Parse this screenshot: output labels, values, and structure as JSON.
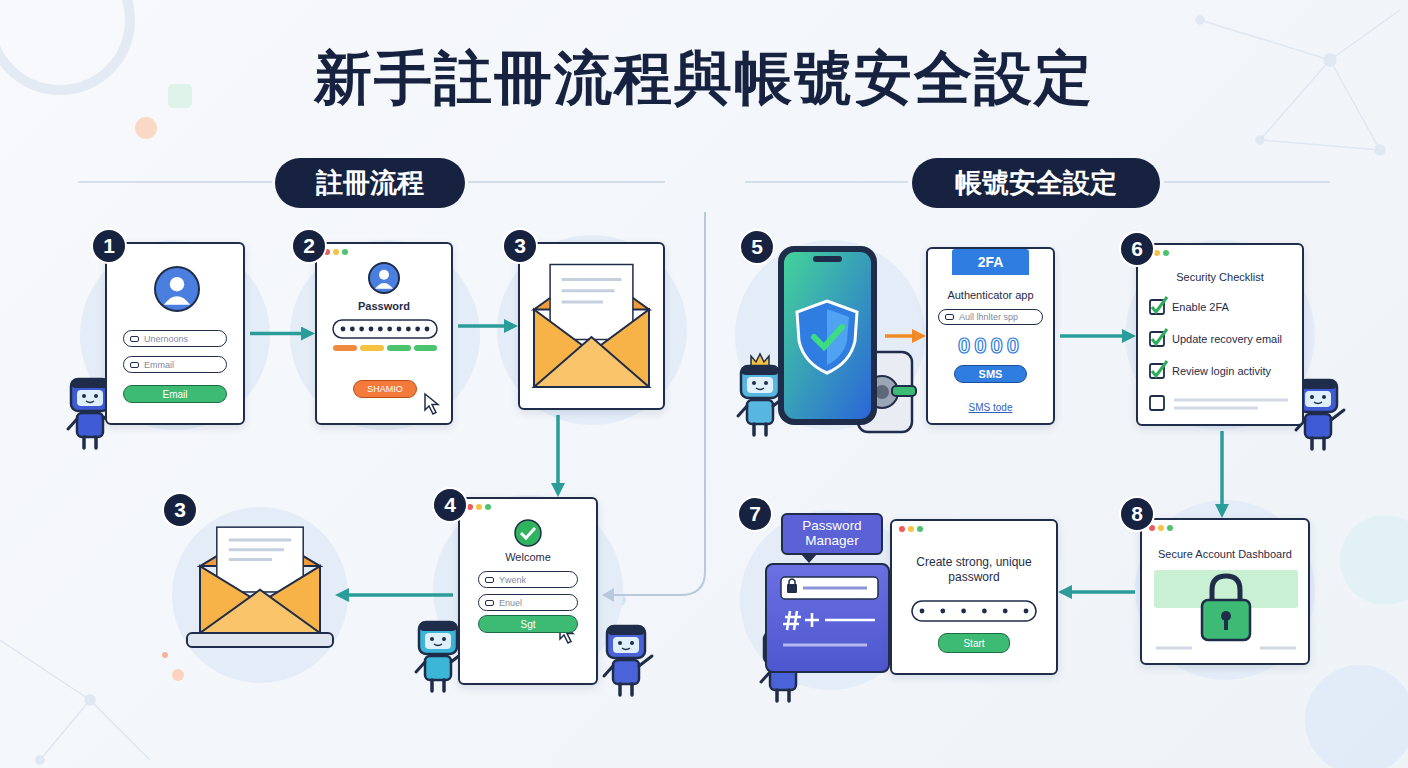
{
  "diagram": {
    "title": "新手註冊流程與帳號安全設定",
    "nodes": [
      {
        "text": [
          "註冊流程"
        ]
      },
      {
        "text": [
          "帳號安全設定"
        ]
      },
      {
        "text": [
          "1",
          "Unernoons",
          "Emmail",
          "Email"
        ]
      },
      {
        "text": [
          "2",
          "Password",
          "SHAMIO"
        ]
      },
      {
        "text": [
          "3"
        ]
      },
      {
        "text": [
          "4",
          "Welcome",
          "Ywenk",
          "Enuel",
          "Sgt"
        ]
      },
      {
        "text": [
          "3"
        ]
      },
      {
        "text": [
          "5"
        ]
      },
      {
        "text": [
          "2FA",
          "Authenticator app",
          "Aull lhnlter spp",
          "0000",
          "SMS",
          "SMS tode"
        ]
      },
      {
        "text": [
          "6",
          "Security Checklist",
          "Enable 2FA",
          "Update recovery email",
          "Review login activity"
        ]
      },
      {
        "text": [
          "8",
          "Secure Account Dashboard"
        ]
      },
      {
        "text": [
          "7",
          "Password Manager"
        ]
      },
      {
        "text": [
          "Create strong, unique password",
          "Start"
        ]
      }
    ],
    "edges": [
      {
        "from": 2,
        "to": 3,
        "arrow": "to"
      },
      {
        "from": 3,
        "to": 4,
        "arrow": "to"
      },
      {
        "from": 4,
        "to": 5,
        "arrow": "to"
      },
      {
        "from": 5,
        "to": 6,
        "arrow": "to"
      },
      {
        "from": 7,
        "to": 8,
        "arrow": "to"
      },
      {
        "from": 8,
        "to": 9,
        "arrow": "to"
      },
      {
        "from": 9,
        "to": 10,
        "arrow": "to"
      },
      {
        "from": 10,
        "to": 12,
        "arrow": "to"
      }
    ]
  }
}
